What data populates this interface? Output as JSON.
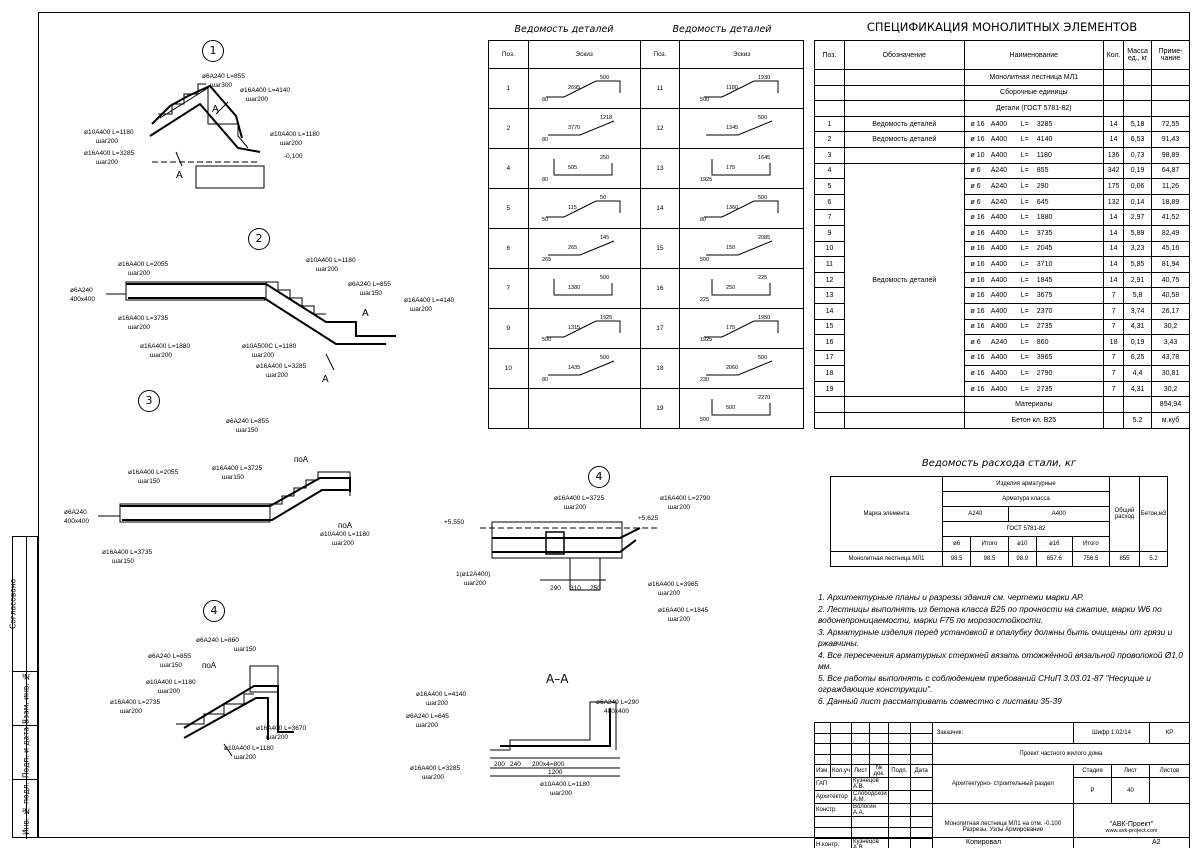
{
  "views": {
    "v1": {
      "num": "1",
      "labels": [
        "ø6A240 L=855",
        "шаг300",
        "ø16A400 L=4140",
        "шаг200",
        "ø10A400 L=1180",
        "шаг200",
        "ø16A400 L=3285",
        "шаг200",
        "ø10A400 L=1180",
        "шаг200"
      ],
      "marks": [
        "4",
        "2",
        "3",
        "1",
        "3"
      ],
      "section": "A",
      "level": "-0,100"
    },
    "v2": {
      "num": "2",
      "labels": [
        "ø16A400 L=2055",
        "шаг200",
        "ø6A240",
        "400х400",
        "ø16A400 L=3735",
        "шаг200",
        "ø16A400 L=1880",
        "шаг200",
        "ø10A400 L=1180",
        "шаг200",
        "ø6A240 L=855",
        "шаг150",
        "ø16A400 L=4140",
        "шаг200",
        "ø10A500С L=1180",
        "шаг200",
        "ø16A400 L=3285",
        "шаг200"
      ],
      "marks": [
        "10",
        "5",
        "9",
        "7",
        "3",
        "4",
        "2",
        "3",
        "1"
      ],
      "section": "A"
    },
    "v3": {
      "num": "3",
      "labels": [
        "ø6A240 L=855",
        "шаг150",
        "ø16A400 L=2055",
        "шаг150",
        "ø16A400 L=3725",
        "шаг150",
        "ø6A240",
        "400х400",
        "ø16A400 L=3735",
        "шаг150",
        "ø10A400 L=1180",
        "шаг200",
        "поА",
        "поА"
      ],
      "marks": [
        "4",
        "10",
        "11",
        "5",
        "9",
        "3"
      ]
    },
    "v4": {
      "num": "4",
      "labels": [
        "ø6A240 L=860",
        "шаг150",
        "ø6A240 L=855",
        "шаг150",
        "ø10A400 L=1180",
        "шаг200",
        "ø16A400 L=2735",
        "шаг200",
        "ø16A400 L=3670",
        "шаг200",
        "ø10A400 L=1180",
        "шаг200",
        "поА"
      ],
      "marks": [
        "16",
        "4",
        "3",
        "15",
        "13",
        "3"
      ]
    },
    "v4b": {
      "num": "4",
      "labels": [
        "ø16A400 L=3725",
        "шаг200",
        "ø16A400 L=2790",
        "шаг200",
        "ø16A400 L=3965",
        "шаг200",
        "ø16A400 L=1845",
        "шаг200",
        "1(ø12A400)",
        "шаг200",
        "+5,550",
        "+5,625"
      ],
      "marks": [
        "11",
        "18",
        "17",
        "12",
        "5"
      ],
      "dims": [
        "290",
        "310",
        "250"
      ]
    },
    "va": {
      "title": "A–A",
      "labels": [
        "ø16A400 L=4140",
        "шаг200",
        "ø6A240 L=645",
        "шаг200",
        "ø16A400 L=3285",
        "шаг200",
        "ø10A400 L=1180",
        "шаг200",
        "ø6A240 L=290",
        "400х400"
      ],
      "marks": [
        "2",
        "6",
        "1",
        "3",
        "5"
      ],
      "dims": [
        "200",
        "240",
        "200х4=800",
        "1200"
      ]
    }
  },
  "details": {
    "title1": "Ведомость деталей",
    "title2": "Ведомость деталей",
    "head": {
      "pos": "Поз.",
      "sketch": "Эскиз"
    },
    "left": [
      {
        "pos": "1",
        "dims": [
          "2695",
          "500",
          "80"
        ]
      },
      {
        "pos": "2",
        "dims": [
          "3770",
          "1218",
          "80"
        ]
      },
      {
        "pos": "4",
        "dims": [
          "505",
          "250",
          "80"
        ]
      },
      {
        "pos": "5",
        "dims": [
          "115",
          "50",
          "50"
        ]
      },
      {
        "pos": "6",
        "dims": [
          "265",
          "145",
          "265"
        ]
      },
      {
        "pos": "7",
        "dims": [
          "1380",
          "500"
        ]
      },
      {
        "pos": "9",
        "dims": [
          "1315",
          "1925",
          "500"
        ]
      },
      {
        "pos": "10",
        "dims": [
          "1435",
          "500",
          "80"
        ]
      },
      {
        "pos": "",
        "dims": []
      }
    ],
    "right": [
      {
        "pos": "11",
        "dims": [
          "1180",
          "1930",
          "500"
        ]
      },
      {
        "pos": "12",
        "dims": [
          "1345",
          "500"
        ]
      },
      {
        "pos": "13",
        "dims": [
          "175",
          "1645",
          "1925"
        ]
      },
      {
        "pos": "14",
        "dims": [
          "1360",
          "500",
          "80"
        ]
      },
      {
        "pos": "15",
        "dims": [
          "150",
          "2085",
          "500"
        ]
      },
      {
        "pos": "16",
        "dims": [
          "250",
          "225",
          "225"
        ]
      },
      {
        "pos": "17",
        "dims": [
          "175",
          "1950",
          "1925"
        ]
      },
      {
        "pos": "18",
        "dims": [
          "2060",
          "500",
          "230"
        ]
      },
      {
        "pos": "19",
        "dims": [
          "500",
          "2270",
          "500"
        ]
      }
    ]
  },
  "spec": {
    "title": "СПЕЦИФИКАЦИЯ МОНОЛИТНЫХ ЭЛЕМЕНТОВ",
    "head": [
      "Поз.",
      "Обозначение",
      "Наименование",
      "Кол.",
      "Масса ед., кг",
      "Приме-чание"
    ],
    "groups": [
      "Монолитная лестница МЛ1",
      "Сборочные единицы",
      "Детали (ГОСТ 5781-82)"
    ],
    "rows": [
      {
        "pos": "1",
        "des": "Ведомость деталей",
        "d": "16",
        "cls": "A400",
        "len": "3285",
        "qty": "14",
        "mass": "5,18",
        "note": "72,55"
      },
      {
        "pos": "2",
        "des": "Ведомость деталей",
        "d": "16",
        "cls": "A400",
        "len": "4140",
        "qty": "14",
        "mass": "6,53",
        "note": "91,43"
      },
      {
        "pos": "3",
        "des": "",
        "d": "10",
        "cls": "A400",
        "len": "1180",
        "qty": "136",
        "mass": "0,73",
        "note": "98,89"
      },
      {
        "pos": "4",
        "des": "",
        "d": "6",
        "cls": "A240",
        "len": "855",
        "qty": "342",
        "mass": "0,19",
        "note": "64,87"
      },
      {
        "pos": "5",
        "des": "",
        "d": "6",
        "cls": "A240",
        "len": "290",
        "qty": "175",
        "mass": "0,06",
        "note": "11,26"
      },
      {
        "pos": "6",
        "des": "",
        "d": "6",
        "cls": "A240",
        "len": "645",
        "qty": "132",
        "mass": "0,14",
        "note": "18,89"
      },
      {
        "pos": "7",
        "des": "",
        "d": "16",
        "cls": "A400",
        "len": "1880",
        "qty": "14",
        "mass": "2,97",
        "note": "41,52"
      },
      {
        "pos": "9",
        "des": "",
        "d": "16",
        "cls": "A400",
        "len": "3735",
        "qty": "14",
        "mass": "5,89",
        "note": "82,49"
      },
      {
        "pos": "10",
        "des": "",
        "d": "16",
        "cls": "A400",
        "len": "2045",
        "qty": "14",
        "mass": "3,23",
        "note": "45,16"
      },
      {
        "pos": "11",
        "des": "",
        "d": "16",
        "cls": "A400",
        "len": "3710",
        "qty": "14",
        "mass": "5,85",
        "note": "81,94"
      },
      {
        "pos": "12",
        "des": "",
        "d": "16",
        "cls": "A400",
        "len": "1845",
        "qty": "14",
        "mass": "2,91",
        "note": "40,75"
      },
      {
        "pos": "13",
        "des": "",
        "d": "16",
        "cls": "A400",
        "len": "3675",
        "qty": "7",
        "mass": "5,8",
        "note": "40,58"
      },
      {
        "pos": "14",
        "des": "",
        "d": "16",
        "cls": "A400",
        "len": "2370",
        "qty": "7",
        "mass": "3,74",
        "note": "26,17"
      },
      {
        "pos": "15",
        "des": "",
        "d": "16",
        "cls": "A400",
        "len": "2735",
        "qty": "7",
        "mass": "4,31",
        "note": "30,2"
      },
      {
        "pos": "16",
        "des": "",
        "d": "6",
        "cls": "A240",
        "len": "860",
        "qty": "18",
        "mass": "0,19",
        "note": "3,43"
      },
      {
        "pos": "17",
        "des": "",
        "d": "16",
        "cls": "A400",
        "len": "3965",
        "qty": "7",
        "mass": "6,25",
        "note": "43,78"
      },
      {
        "pos": "18",
        "des": "",
        "d": "16",
        "cls": "A400",
        "len": "2790",
        "qty": "7",
        "mass": "4,4",
        "note": "30,81"
      },
      {
        "pos": "19",
        "des": "",
        "d": "16",
        "cls": "A400",
        "len": "2735",
        "qty": "7",
        "mass": "4,31",
        "note": "30,2"
      }
    ],
    "middle_label": "Ведомость деталей",
    "materials": {
      "label": "Материалы",
      "total": "854,94"
    },
    "concrete": {
      "label": "Бетон кл. В25",
      "qty": "5.2",
      "unit": "м.куб"
    },
    "diam_sym": "ø",
    "len_sym": "L="
  },
  "steel": {
    "title": "Ведомость расхода стали, кг",
    "h_items": "Изделия арматурные",
    "h_class": "Арматура класса",
    "h_mark": "Марка элемента",
    "h_a240": "A240",
    "h_a400": "A400",
    "h_gost": "ГОСТ 5781-82",
    "h_total": "Общий расход",
    "h_concrete": "Бетон,м3",
    "cols": [
      "ø6",
      "Итого",
      "ø10",
      "ø16",
      "Итого"
    ],
    "row": {
      "mark": "Монолитная лестница МЛ1",
      "v": [
        "98.5",
        "98.5",
        "98.9",
        "657.6",
        "756.5"
      ],
      "total": "855",
      "concrete": "5.2"
    }
  },
  "notes": [
    "1.  Архитектурные планы и разрезы здания см. чертежи марки АР.",
    "2.  Лестницы выполнять из бетона класса В25 по прочности на сжатие, марки W6 по водонепроницаемости, марки F75 по морозостойкости.",
    "3.  Арматурные изделия перед установкой в опалубку должны быть очищены от грязи и ржавчины.",
    "4. Все пересечения арматурных стержней вязать отожжённой вязальной проволокой Ø1,0 мм.",
    "5.  Все работы выполнять с соблюдением требований СНиП 3.03.01-87 \"Несущие и ограждающие конструкции\".",
    "6.  Данный лист рассматривать совместно с листами 35-39"
  ],
  "stamp": {
    "customer_label": "Заказчик:",
    "code": "Шифр 1.02/14",
    "code_r": "КР",
    "project": "Проект частного жилого дома",
    "cols": [
      "Изм.",
      "Кол.уч",
      "Лист",
      "№ док.",
      "Подп.",
      "Дата"
    ],
    "people": [
      {
        "role": "ГАП",
        "name": "Кузнецов А.В."
      },
      {
        "role": "Архитектор",
        "name": "Слободской А.М."
      },
      {
        "role": "Констр.",
        "name": "Вологин А.А."
      },
      {
        "role": "",
        "name": ""
      },
      {
        "role": "",
        "name": ""
      },
      {
        "role": "Н.контр.",
        "name": "Кузнецов А.В."
      }
    ],
    "section": "Архитектурно- строительный раздел",
    "stage_l": "Стадия",
    "sheet_l": "Лист",
    "sheets_l": "Листов",
    "stage": "Р",
    "sheet": "40",
    "sheets": "",
    "drawing_title": "Монолитная лестница МЛ1 на отм. -0.100 Разрезы. Узлы Армирование",
    "company": "\"АВК-Проект\"",
    "site": "www.avk-project.com",
    "copied": "Копировал",
    "format": "A2"
  },
  "strip": {
    "agreed": "Согласовано",
    "inv_exch": "Взам. инв. №",
    "sign_date": "Подп. и дата",
    "inv_orig": "Инв. № подл."
  }
}
